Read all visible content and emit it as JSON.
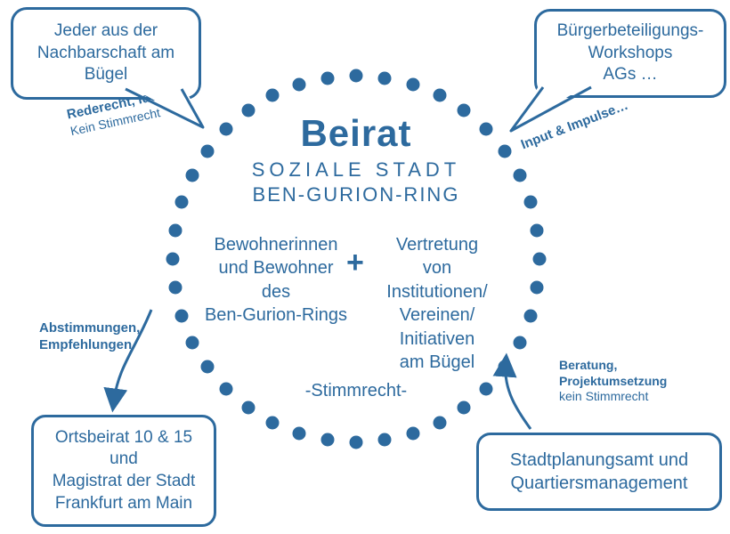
{
  "colors": {
    "accent": "#2d6a9e",
    "background": "#ffffff"
  },
  "circle": {
    "title": "Beirat",
    "subtitle1": "SOZIALE STADT",
    "subtitle2": "BEN-GURION-RING",
    "left_group": "Bewohnerinnen\nund Bewohner\ndes\nBen-Gurion-Rings",
    "plus": "+",
    "right_group": "Vertretung\nvon\nInstitutionen/\nVereinen/\nInitiativen\nam Bügel",
    "footer": "-Stimmrecht-"
  },
  "bubbles": {
    "top_left": {
      "text": "Jeder aus der\nNachbarschaft am\nBügel",
      "note_bold": "Rederecht, Ideen",
      "note_regular": "Kein Stimmrecht"
    },
    "top_right": {
      "text": "Bürgerbeteiligungs-\nWorkshops\nAGs …",
      "note_bold": "Input & Impulse…"
    },
    "bottom_left": {
      "text": "Ortsbeirat 10 & 15\nund\nMagistrat der Stadt\nFrankfurt am Main",
      "note_bold": "Abstimmungen,\nEmpfehlungen"
    },
    "bottom_right": {
      "text": "Stadtplanungsamt und\nQuartiersmanagement",
      "note_bold": "Beratung,\nProjektumsetzung",
      "note_regular": "kein Stimmrecht"
    }
  }
}
